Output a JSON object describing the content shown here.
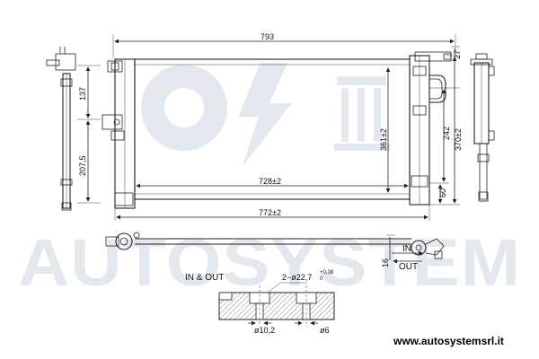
{
  "watermark": {
    "text": "AUTOSYSTEM",
    "color": "#e3e7ee"
  },
  "dimensions": {
    "top_width": "793",
    "inner_width": "728±2",
    "outer_width": "772±2",
    "left_137": "137",
    "left_207": "207,5",
    "core_height": "361±2",
    "right_242": "242",
    "right_370": "370±2",
    "right_27": "27",
    "right_60": "60",
    "bottom_16": "16"
  },
  "labels": {
    "in_out": "IN  &  OUT",
    "in": "IN",
    "out": "OUT",
    "hole_spec": "2−ø22,7",
    "hole_tol": "+0,08",
    "hole_tol_low": "0",
    "dia_10": "ø10,2",
    "dia_6": "ø6"
  },
  "website": "www.autosystemsrl.it",
  "colors": {
    "line": "#222222",
    "hatch": "#555555"
  }
}
